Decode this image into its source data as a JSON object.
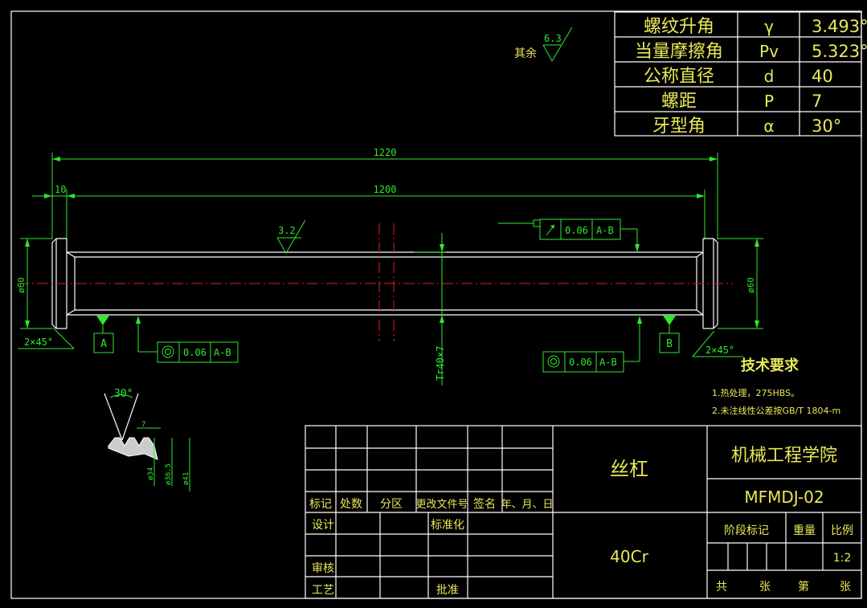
{
  "colors": {
    "background": "#000000",
    "frame": "#ffffff",
    "dims": "#2fe82f",
    "centerline": "#e02020",
    "notes": "#e8e85a"
  },
  "thread_params": [
    {
      "name": "螺纹升角",
      "symbol": "γ",
      "value": "3.493°"
    },
    {
      "name": "当量摩擦角",
      "symbol": "Pv",
      "value": "5.323°"
    },
    {
      "name": "公称直径",
      "symbol": "d",
      "value": "40"
    },
    {
      "name": "螺距",
      "symbol": "P",
      "value": "7"
    },
    {
      "name": "牙型角",
      "symbol": "α",
      "value": "30°"
    }
  ],
  "roughness": {
    "other_label": "其余",
    "other_value": "6.3",
    "surface_value": "3.2"
  },
  "dims": {
    "overall": "1220",
    "body": "1200",
    "step": "10",
    "dia_left": "ø60",
    "dia_right": "ø60",
    "chamfer_left": "2×45°",
    "chamfer_right": "2×45°",
    "thread": "Tr40×7"
  },
  "datums": {
    "a": "A",
    "b": "B"
  },
  "tolerances": {
    "runout_value": "0.06",
    "runout_ref": "A-B",
    "cyl_left_value": "0.06",
    "cyl_left_ref": "A-B",
    "cyl_right_value": "0.06",
    "cyl_right_ref": "A-B"
  },
  "detail": {
    "angle": "30°",
    "pitch": "7",
    "d1": "ø34",
    "d2": "ø36.5",
    "d3": "ø41"
  },
  "tech_req": {
    "title": "技术要求",
    "items": [
      "1.热处理，275HBS。",
      "2.未注线性公差按GB/T 1804-m"
    ]
  },
  "title_block": {
    "part_name": "丝杠",
    "school": "机械工程学院",
    "drawing_no": "MFMDJ-02",
    "material": "40Cr",
    "headers": [
      "标记",
      "处数",
      "分区",
      "更改文件号",
      "签名",
      "年、月、日"
    ],
    "design": "设计",
    "standard": "标准化",
    "review": "审核",
    "process": "工艺",
    "approve": "批准",
    "stage": "阶段标记",
    "weight": "重量",
    "scale_label": "比例",
    "scale": "1:2",
    "total": "共",
    "sheets": "张",
    "no": "第",
    "sheet": "张"
  }
}
